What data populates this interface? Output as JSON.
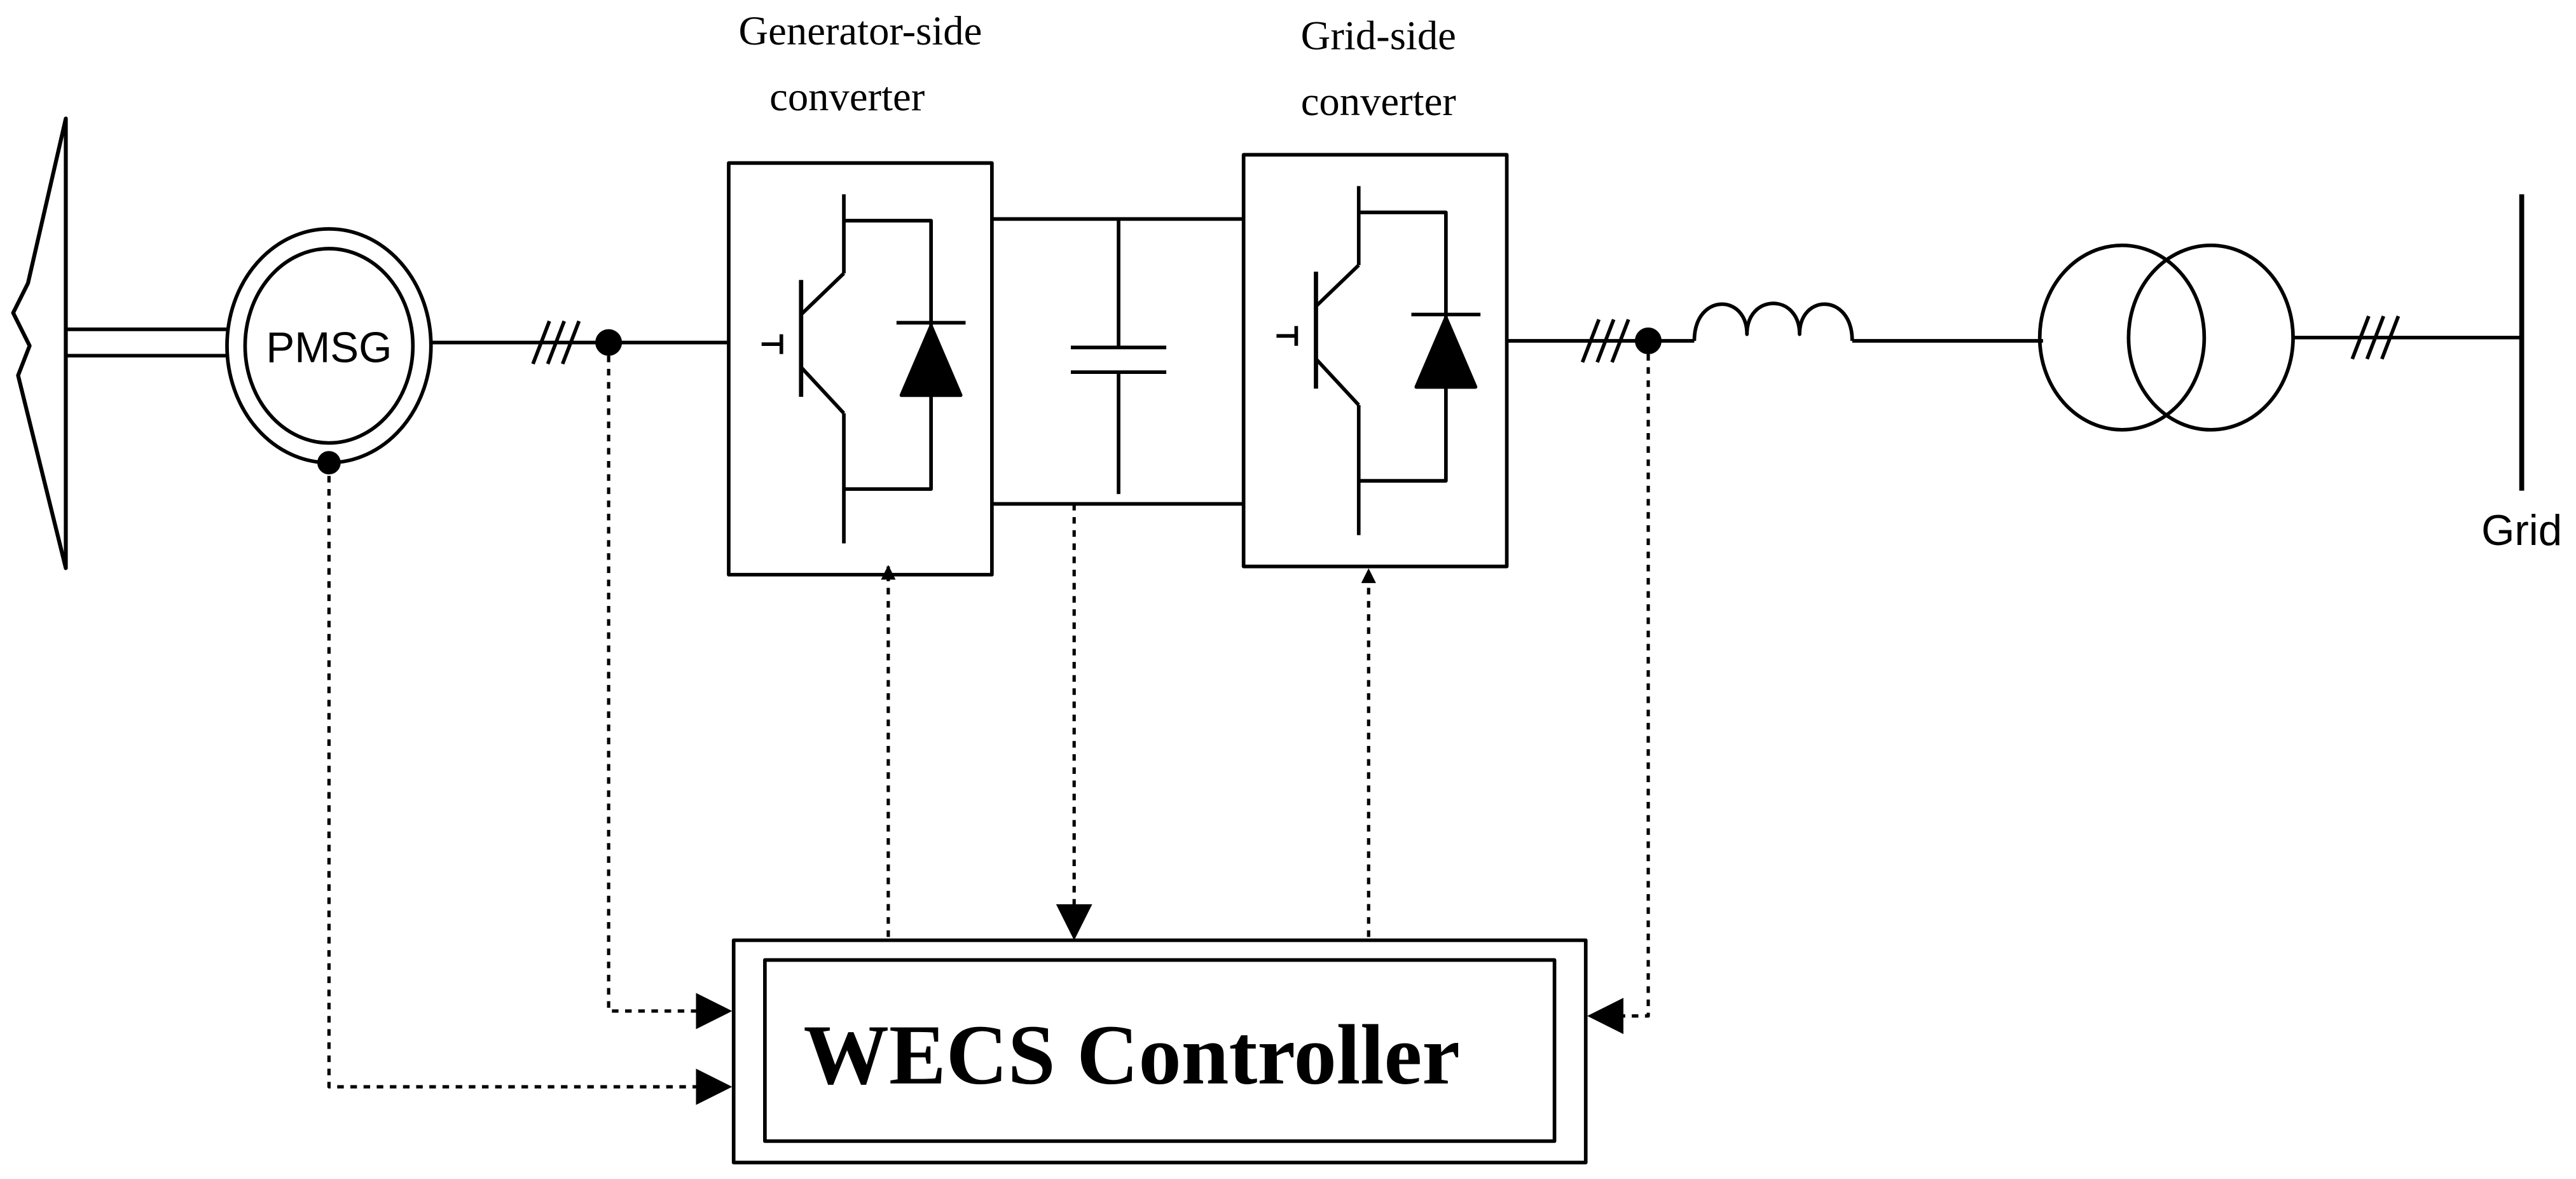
{
  "labels": {
    "generator_converter": [
      "Generator-side",
      "converter"
    ],
    "grid_converter": [
      "Grid-side",
      "converter"
    ],
    "generator": "PMSG",
    "grid": "Grid",
    "controller": "WECS Controller"
  },
  "colors": {
    "stroke": "#000000",
    "background": "#ffffff"
  }
}
